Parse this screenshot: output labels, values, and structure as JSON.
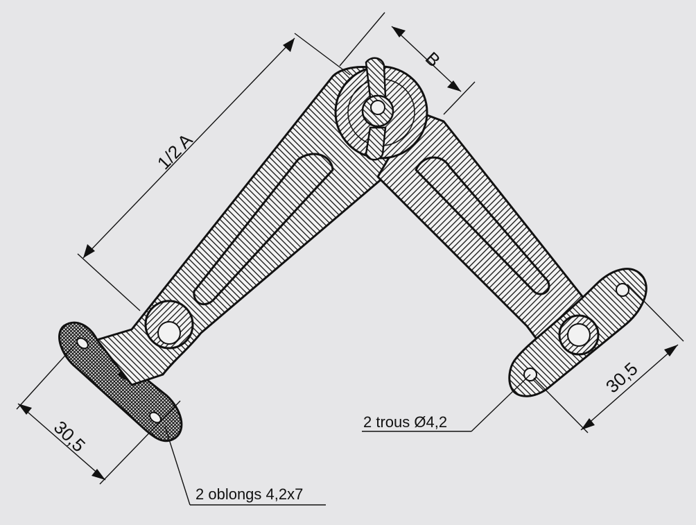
{
  "labels": {
    "length_half_a": "1/2 A",
    "dimension_b": "B",
    "left_width": "30,5",
    "right_width": "30,5",
    "holes_note": "2 trous Ø4,2",
    "oblongs_note": "2 oblongs 4,2x7"
  },
  "colors": {
    "background": "#e6e6e8",
    "ink": "#111111",
    "hole_fill": "#f2f2f2"
  }
}
